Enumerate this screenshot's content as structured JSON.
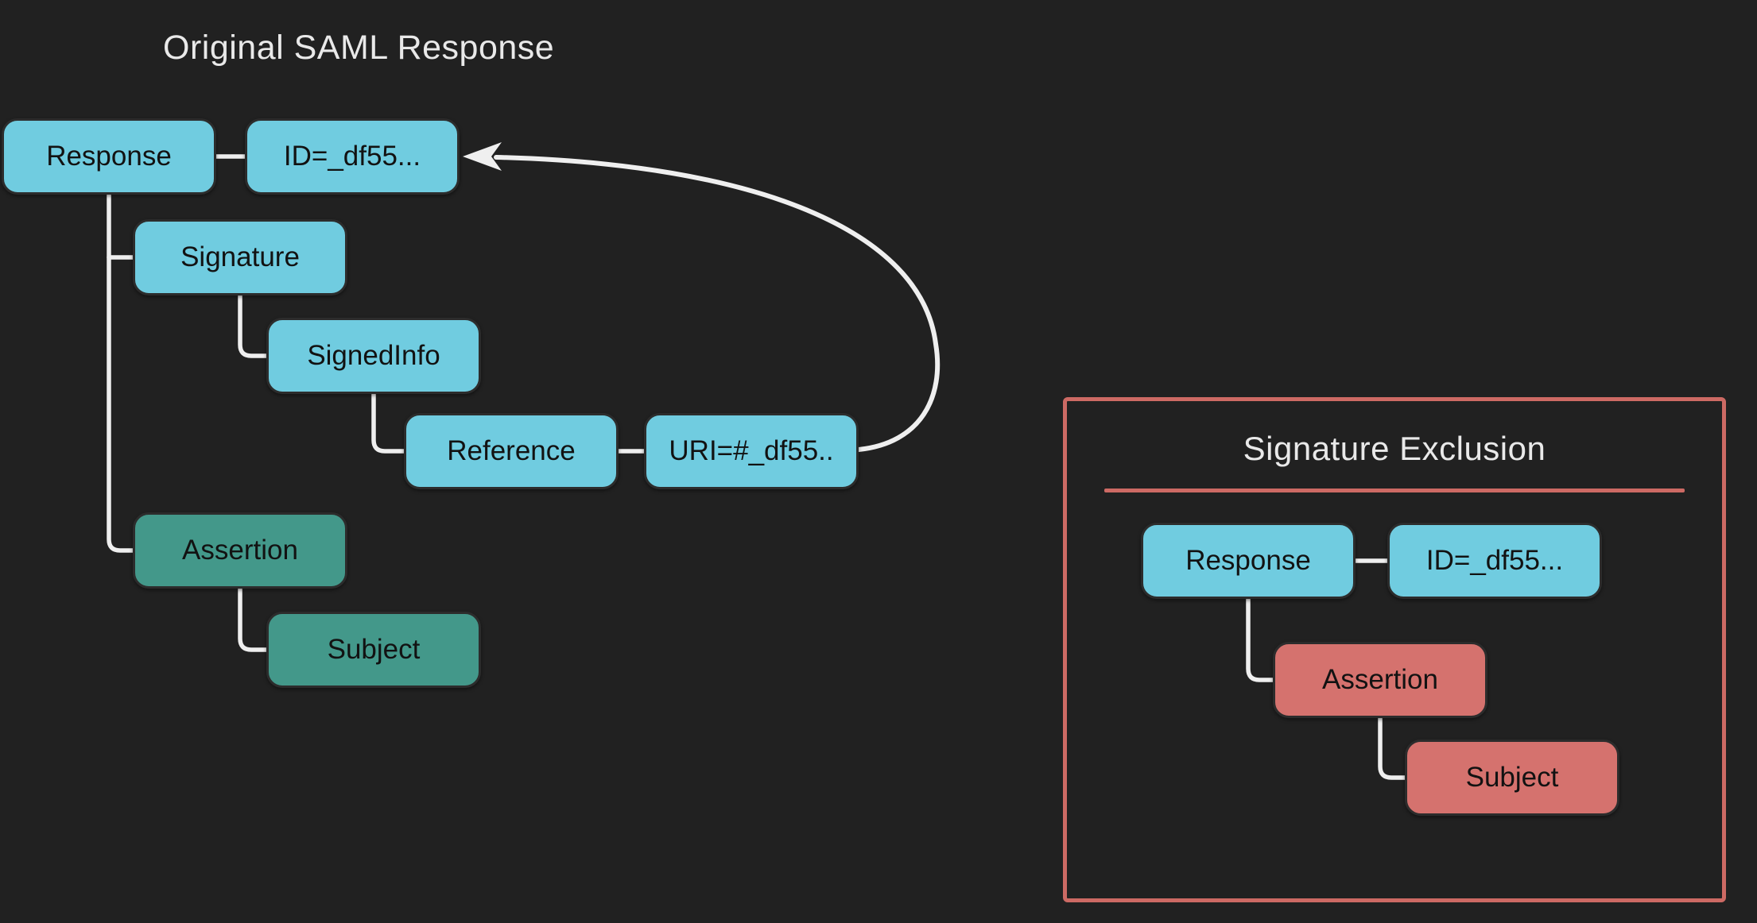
{
  "colors": {
    "background": "#212121",
    "node_cyan": "#70cce0",
    "node_teal": "#43988a",
    "node_salmon": "#d5726e",
    "panel_accent": "#cd6a64",
    "connector": "#efefef",
    "title_text": "#e9e9e9",
    "node_text": "#121212"
  },
  "left_diagram": {
    "title": "Original SAML Response",
    "nodes": [
      {
        "label": "Response",
        "variant": "cyan"
      },
      {
        "label": "ID=_df55...",
        "variant": "cyan"
      },
      {
        "label": "Signature",
        "variant": "cyan"
      },
      {
        "label": "SignedInfo",
        "variant": "cyan"
      },
      {
        "label": "Reference",
        "variant": "cyan"
      },
      {
        "label": "URI=#_df55..",
        "variant": "cyan"
      },
      {
        "label": "Assertion",
        "variant": "teal"
      },
      {
        "label": "Subject",
        "variant": "teal"
      }
    ],
    "arrow": {
      "from": "URI=#_df55..",
      "to": "ID=_df55...",
      "meaning": "signature reference points to Response ID"
    }
  },
  "right_panel": {
    "title": "Signature Exclusion",
    "nodes": [
      {
        "label": "Response",
        "variant": "cyan"
      },
      {
        "label": "ID=_df55...",
        "variant": "cyan"
      },
      {
        "label": "Assertion",
        "variant": "salmon"
      },
      {
        "label": "Subject",
        "variant": "salmon"
      }
    ]
  }
}
